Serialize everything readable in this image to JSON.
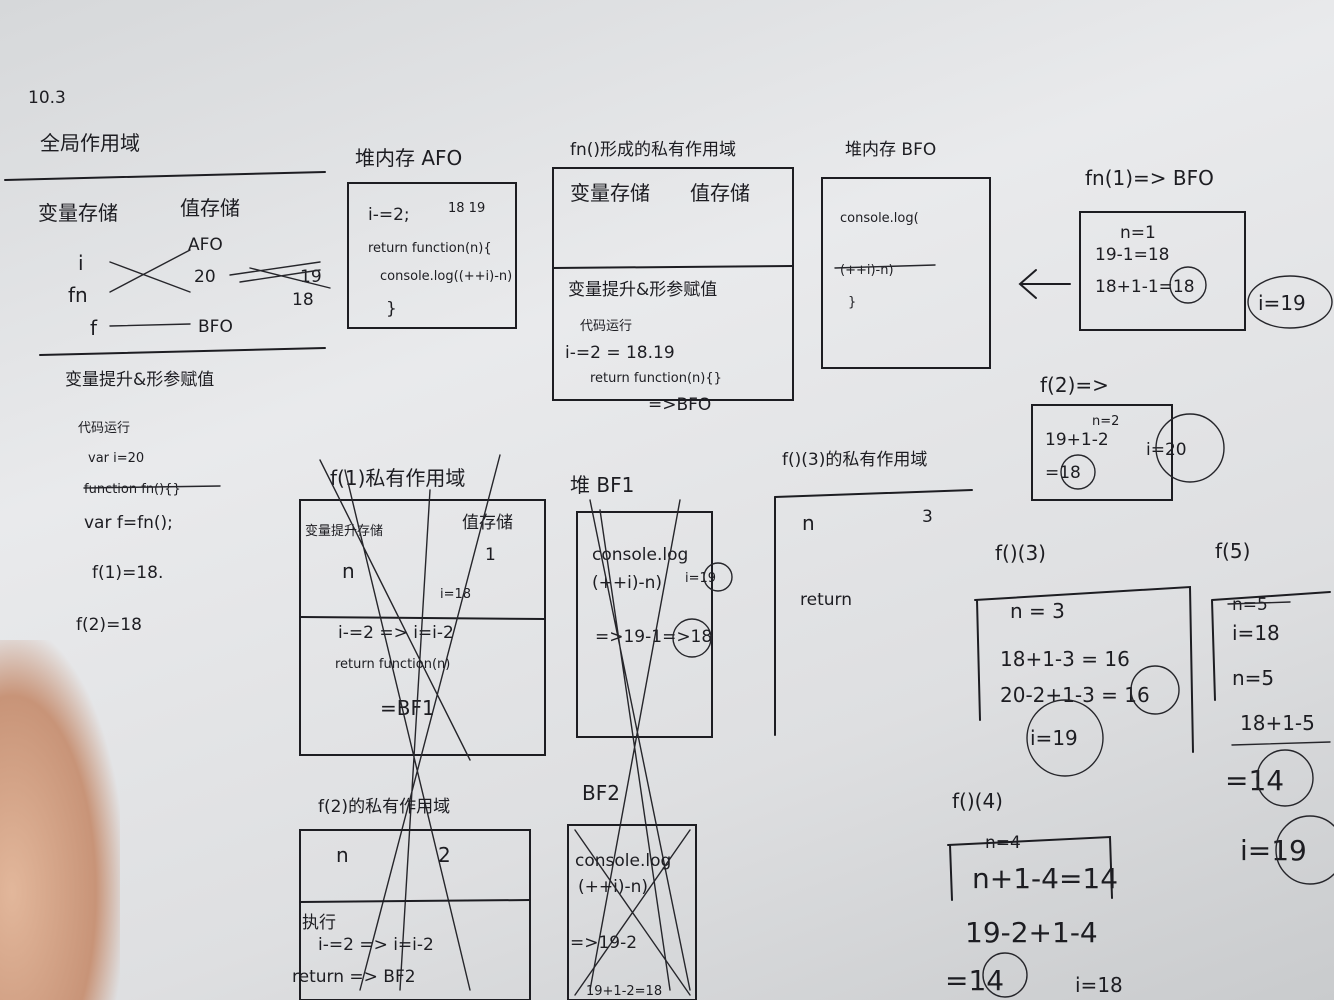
{
  "date": "10.3",
  "global": {
    "title": "全局作用域",
    "var_header": "变量存储",
    "val_header": "值存储",
    "vars": [
      "i",
      "fn",
      "f"
    ],
    "values": [
      "AFO",
      "20",
      "19",
      "18",
      "BFO"
    ],
    "hoist": "变量提升&形参赋值",
    "exec": "代码运行",
    "lines": [
      "var i=20",
      "function fn(){}",
      "var f=fn();",
      "f(1)=18.",
      "f(2)=18"
    ]
  },
  "heap_afo": {
    "title": "堆内存 AFO",
    "lines": [
      "i-=2;",
      "return function(n){",
      "console.log((++i)-n)",
      "}"
    ],
    "note": "18 19"
  },
  "fn_scope": {
    "title": "fn()形成的私有作用域",
    "var_header": "变量存储",
    "val_header": "值存储",
    "hoist": "变量提升&形参赋值",
    "exec": "代码运行",
    "lines": [
      "i-=2 = 18.19",
      "return function(n){}",
      "=>BFO"
    ]
  },
  "heap_bfo": {
    "title": "堆内存 BFO",
    "lines": [
      "console.log(",
      "(++i)-n)",
      "}"
    ]
  },
  "fn1_bfo": {
    "title": "fn(1)=> BFO",
    "lines": [
      "n=1",
      "19-1=18",
      "18+1-1=18"
    ],
    "i_value": "i=19"
  },
  "f2": {
    "title": "f(2)=>",
    "lines": [
      "n=2",
      "19+1-2",
      "=18"
    ],
    "i_value": "i=20"
  },
  "f1_scope": {
    "title": "f(1)私有作用域",
    "var_header": "变量提升存储",
    "val_header": "值存储",
    "var": "n",
    "val": "1",
    "i_note": "i=18",
    "lines": [
      "i-=2 => i=i-2",
      "return function(n)",
      "=BF1"
    ]
  },
  "heap_bf1": {
    "title": "堆 BF1",
    "lines": [
      "console.log",
      "(++i)-n)",
      "=>19-1=>18"
    ],
    "i_value": "i=19"
  },
  "f13_scope": {
    "title": "f()(3)的私有作用域",
    "var": "n",
    "val": "3",
    "ret": "return"
  },
  "f13": {
    "title": "f()(3)",
    "lines": [
      "n = 3",
      "18+1-3 = 16",
      "20-2+1-3 = 16"
    ],
    "i_value": "i=19"
  },
  "f5": {
    "title": "f(5)",
    "lines": [
      "n=5",
      "i=18",
      "n=5",
      "18+1-5",
      "=14"
    ],
    "i_value": "i=19"
  },
  "f2_scope": {
    "title": "f(2)的私有作用域",
    "var": "n",
    "val": "2",
    "exec": "执行",
    "lines": [
      "i-=2 => i=i-2",
      "return => BF2"
    ]
  },
  "heap_bf2": {
    "title": "BF2",
    "lines": [
      "console.log",
      "(++i)-n)",
      "=>19-2",
      "19+1-2=18"
    ]
  },
  "f14": {
    "title": "f()(4)",
    "lines": [
      "n=4",
      "n+1-4=14",
      "19-2+1-4",
      "=14"
    ],
    "i_value": "i=18"
  }
}
